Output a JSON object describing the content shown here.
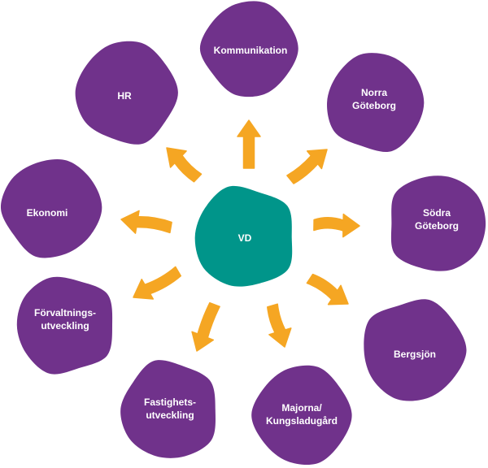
{
  "colors": {
    "center_fill": "#00958a",
    "unit_fill": "#70328b",
    "arrow_fill": "#f5a623",
    "text": "#ffffff",
    "background": "#ffffff"
  },
  "center": {
    "label": "VD"
  },
  "units": [
    {
      "id": "kommunikation",
      "lines": [
        "Kommunikation"
      ]
    },
    {
      "id": "norra-goteborg",
      "lines": [
        "Norra",
        "Göteborg"
      ]
    },
    {
      "id": "sodra-goteborg",
      "lines": [
        "Södra",
        "Göteborg"
      ]
    },
    {
      "id": "bergsjon",
      "lines": [
        "Bergsjön"
      ]
    },
    {
      "id": "majorna-kungsladugard",
      "lines": [
        "Majorna/",
        "Kungsladugård"
      ]
    },
    {
      "id": "fastighetsutveckling",
      "lines": [
        "Fastighets-",
        "utveckling"
      ]
    },
    {
      "id": "forvaltningsutveckling",
      "lines": [
        "Förvaltnings-",
        "utveckling"
      ]
    },
    {
      "id": "ekonomi",
      "lines": [
        "Ekonomi"
      ]
    },
    {
      "id": "hr",
      "lines": [
        "HR"
      ]
    }
  ]
}
